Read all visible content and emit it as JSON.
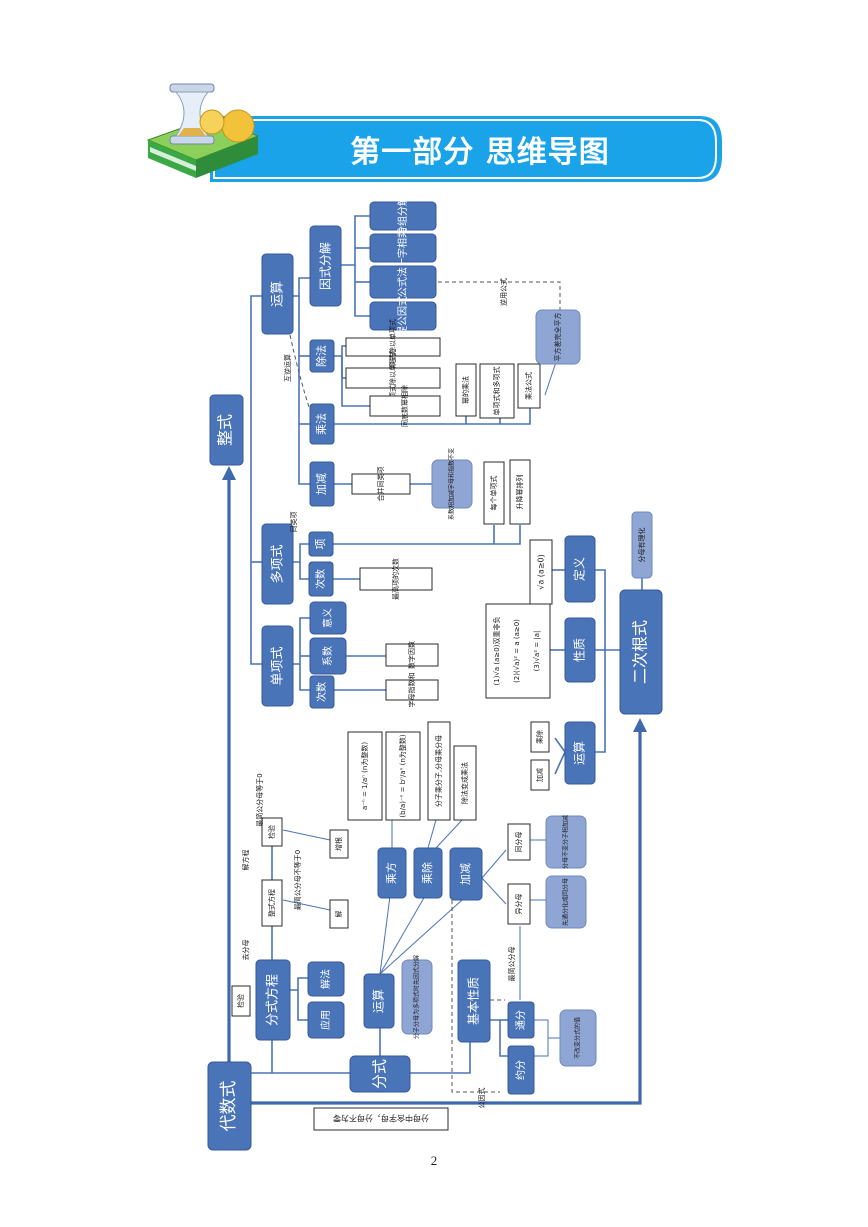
{
  "header": {
    "title": "第一部分  思维导图"
  },
  "page_number": "2",
  "colors": {
    "node_blue": "#4a74b8",
    "node_light": "#8fa6d4",
    "banner_blue": "#1aa3e8",
    "accent_green": "#3aa845"
  },
  "nodes": {
    "root": "代数式",
    "zhengshi": "整式",
    "yunsuan_zs": "运算",
    "yinshifenjie": "因式分解",
    "fenzufenjie": "分组分解",
    "shizixiangcheng": "十字相乘",
    "gongshifa": "公式法",
    "tigongyinshi": "提公因式",
    "chufa": "除法",
    "chengfa": "乘法",
    "jiajian_zs": "加减",
    "dxs_chu_dxs": "单项式除以单项式",
    "duoxs_chu_dxs": "多项式除以单项式",
    "tongdishu": "同底数幂相除",
    "mi_chengfa": "幂的乘法",
    "dxs_duoxs": "单项式和多项式",
    "chengfagongshi": "乘法公式",
    "pingfangcha": "平方差完全平方",
    "hebing": "合并同类项",
    "xishu_xiangjia": "系数相加减字母和指数不变",
    "geishu_dxs": "每个单项式",
    "zhunxu": "升降幂排列",
    "duoxiangshi": "多项式",
    "xiang": "项",
    "cishu_d": "次数",
    "cishu_d_desc": "最高项的次数",
    "danxiangshi": "单项式",
    "yiyi": "意义",
    "xishu": "系数",
    "xishu_desc": "数字因数",
    "cishu_s": "次数",
    "cishu_s_desc": "字母指数和",
    "ercigenshi": "二次根式",
    "dingyi": "定义",
    "dingyi_formula": "√a (a≥0)",
    "xingzhi": "性质",
    "xingzhi_1": "(1)√a (a≥0)双重非负",
    "xingzhi_2": "(2)(√a)² = a (a≥0)",
    "xingzhi_3": "(3)√a² = |a|",
    "yunsuan_gs": "运算",
    "chengchu_gs": "乘除",
    "jiajian_gs": "加减",
    "fenmuyoulihua": "分母有理化",
    "fenshi": "分式",
    "fenshifangcheng": "分式方程",
    "jiefa": "解法",
    "yingyong": "应用",
    "jianyan": "检验",
    "yunsuan_fs": "运算",
    "fenziyinshi": "分子分母为多项式时先因式分解",
    "jibenxingzhi": "基本性质",
    "tongfen": "通分",
    "yuefen": "约分",
    "bubian": "不改变分式的值",
    "chengfang": "乘方",
    "chengchu_fs": "乘除",
    "jiajian_fs": "加减",
    "formula_neg": "a⁻ⁿ = 1/aⁿ (n为整数)",
    "formula_pow": "(b/a)⁻ⁿ = bⁿ/aⁿ (n为整数)",
    "fenzi_xiangcheng": "分子乘分子,分母乘分母",
    "chufa_bian": "除法变成乘法",
    "tongfenmu": "同分母",
    "yifenmu": "异分母",
    "fenmububian": "分母不变分子相加减",
    "xiantong": "先通分化成同分母",
    "zhengshi_fangcheng": "整式方程",
    "jie": "解",
    "jianyan2": "检验",
    "zengen": "增根",
    "fenmuzhong": "分母中含字母，分母不为零"
  },
  "labels": {
    "huni": "互逆运算",
    "nixiang": "逆用公式",
    "tonglei": "同类项",
    "qufenmu": "去分母",
    "jiefangcheng": "解方程",
    "zuijian1": "最简公分母不等于0",
    "zuijian2": "最简公分母等于0",
    "zuijiangongfenmu": "最简公分母",
    "gongyinshi": "公因式"
  }
}
